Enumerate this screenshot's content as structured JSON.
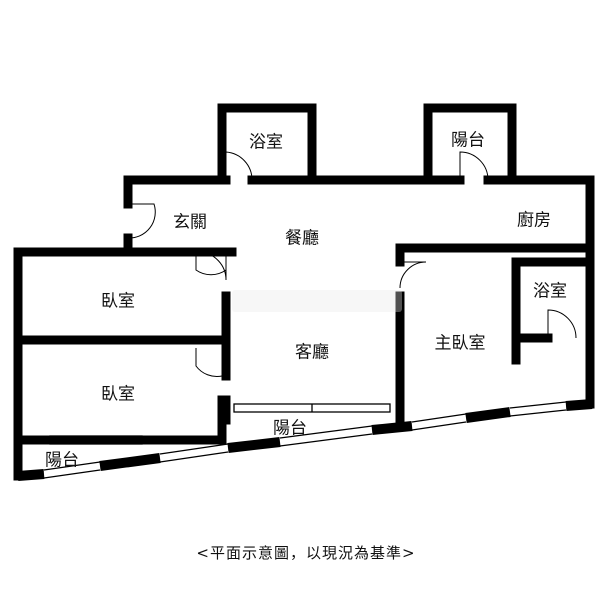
{
  "rooms": {
    "bath_top": "浴室",
    "balcony_top": "陽台",
    "entrance": "玄關",
    "dining": "餐廳",
    "kitchen": "廚房",
    "bedroom_1": "臥室",
    "bath_right": "浴室",
    "living": "客廳",
    "master_bedroom": "主臥室",
    "bedroom_2": "臥室",
    "balcony_mid": "陽台",
    "balcony_left": "陽台"
  },
  "caption": "<平面示意圖，以現況為基準>",
  "colors": {
    "wall": "#000000",
    "background": "#ffffff",
    "text": "#111111"
  }
}
